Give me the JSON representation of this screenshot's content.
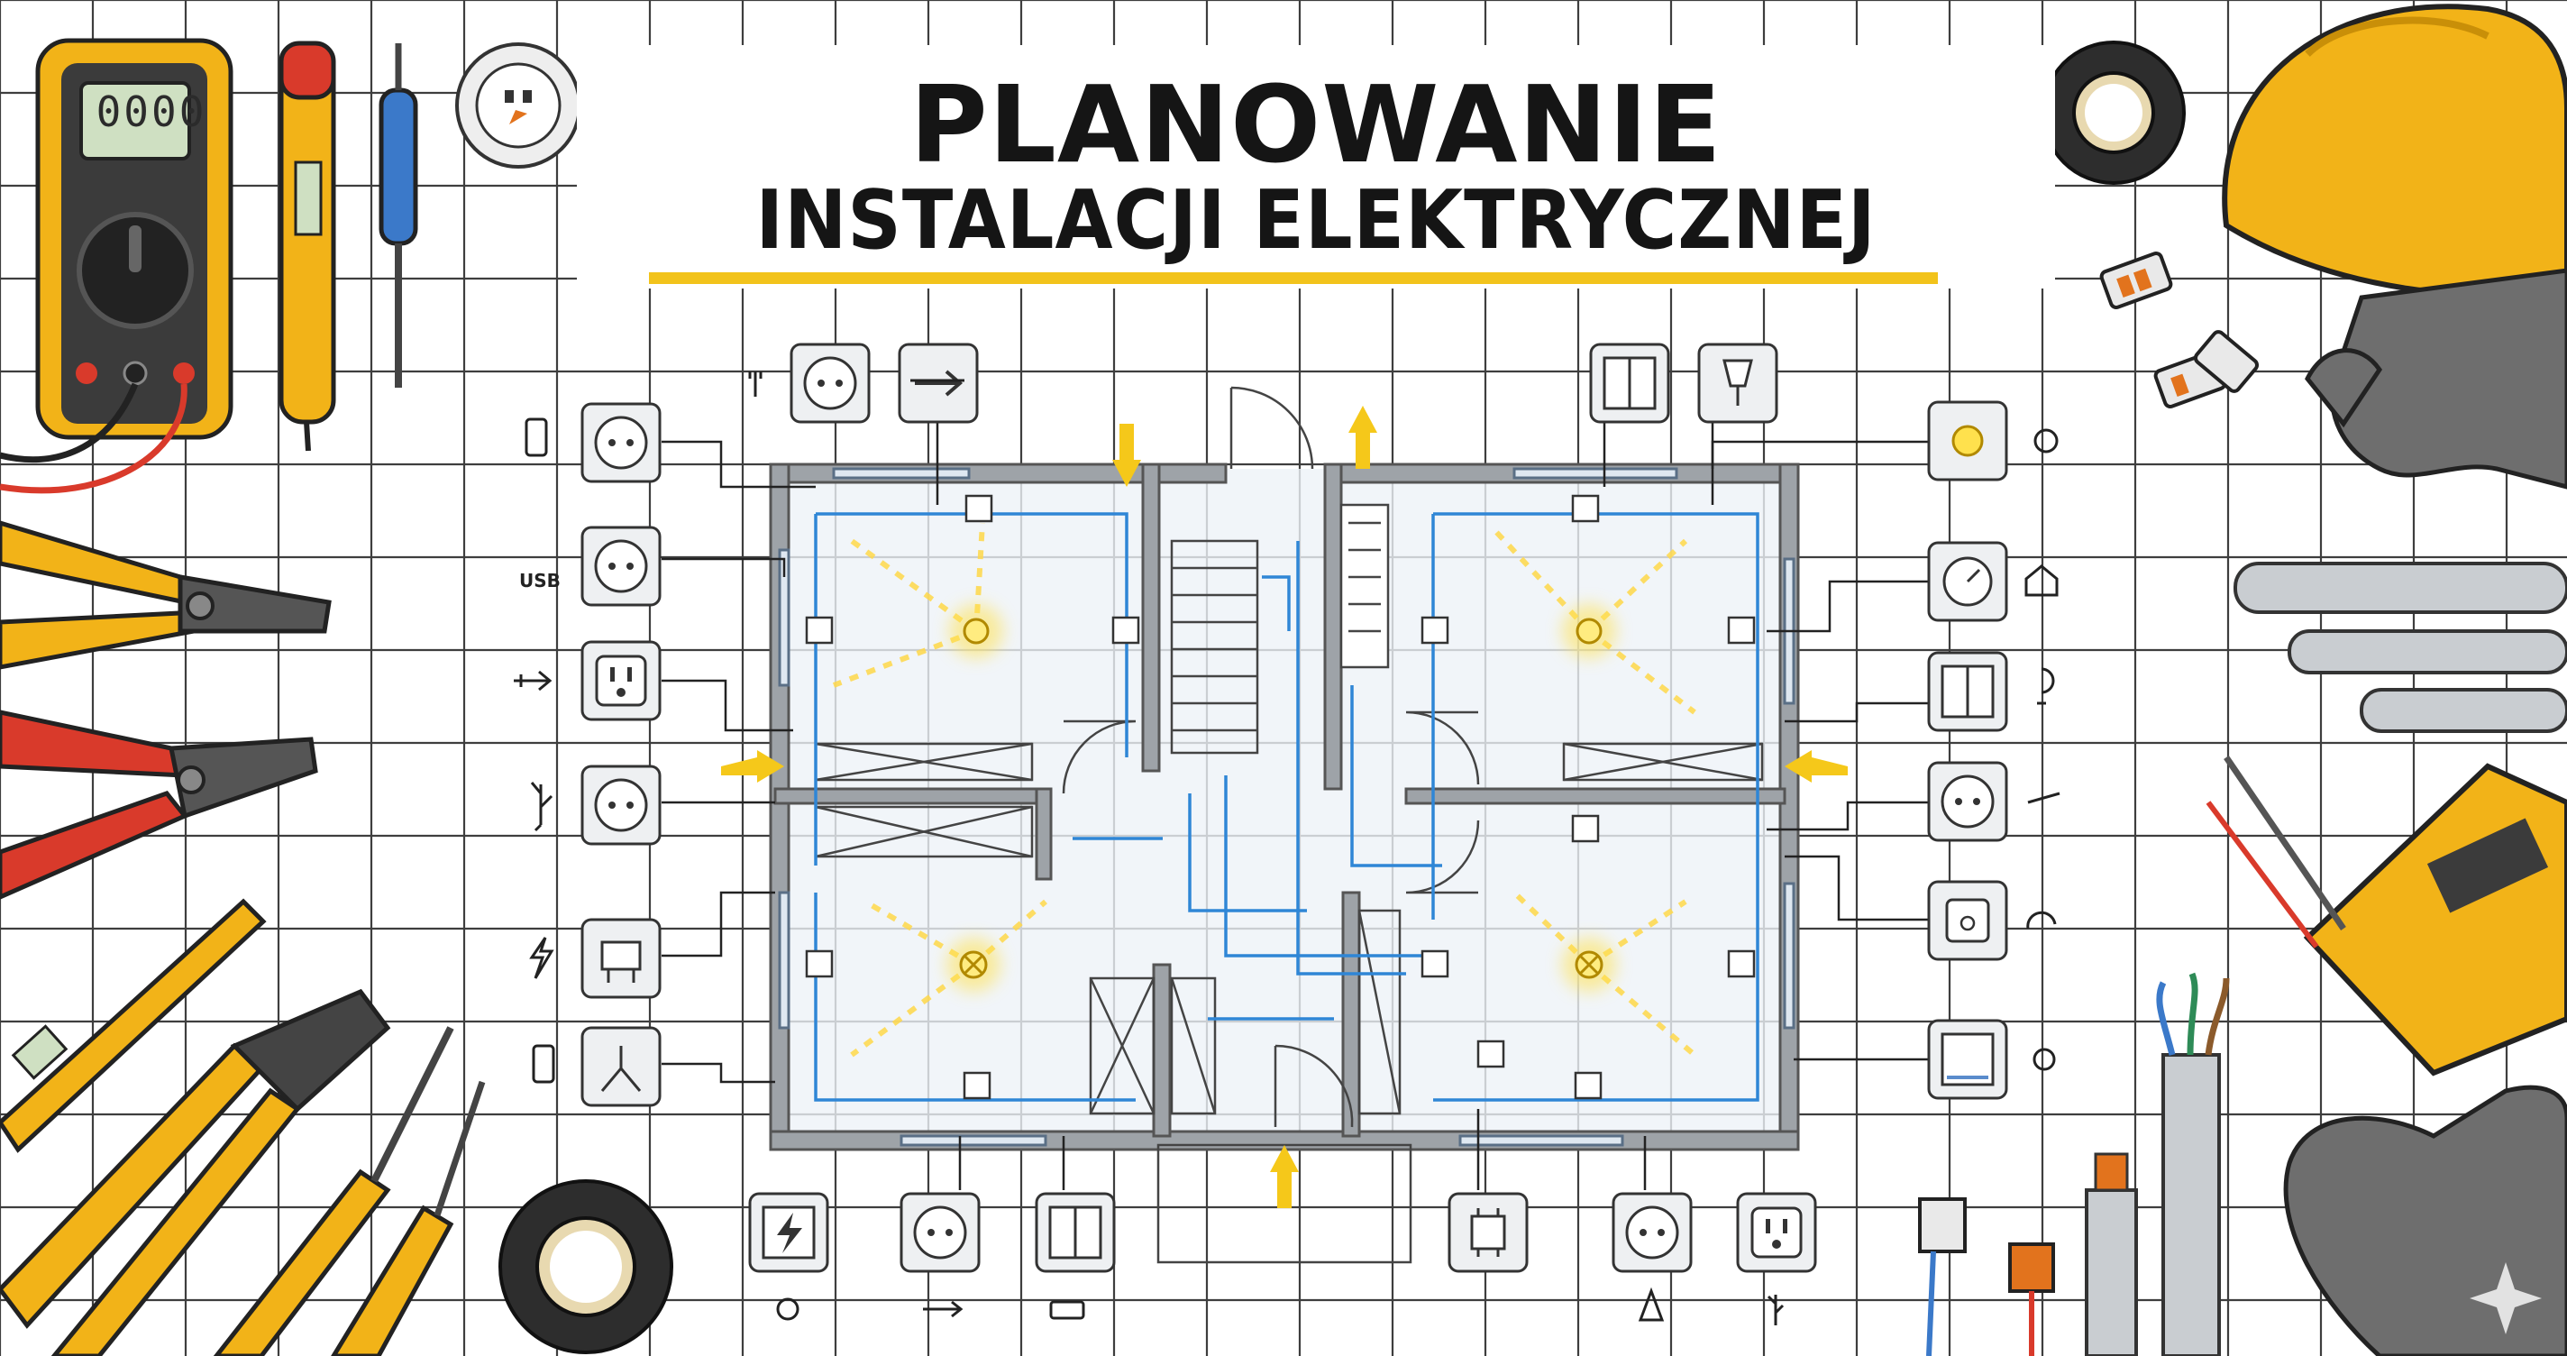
{
  "title": {
    "line1": "PLANOWANIE",
    "line2": "INSTALACJI ELEKTRYCZNEJ"
  },
  "labels": {
    "usb": "USB",
    "multimeter_display": "0000"
  },
  "colors": {
    "accent": "#f2c31b",
    "grid": "#2a2a2a",
    "wiring": "#2f86d6",
    "glow": "#ffe14d",
    "tool_yellow": "#f2b318",
    "tool_red": "#d93a2b",
    "wall": "#9a9ea3"
  },
  "icons": {
    "left_column": [
      "phone-icon",
      "usb-icon",
      "usb-arrow-icon",
      "usb-fork-icon",
      "lightning-icon",
      "phone-icon"
    ],
    "right_column": [
      "sun-icon",
      "house-icon",
      "bulb-icon",
      "switch-icon",
      "arc-icon",
      "sun-icon"
    ],
    "bottom_row": [
      "sun-icon",
      "usb-icon",
      "battery-icon",
      "bell-icon",
      "usb-fork-icon"
    ]
  }
}
